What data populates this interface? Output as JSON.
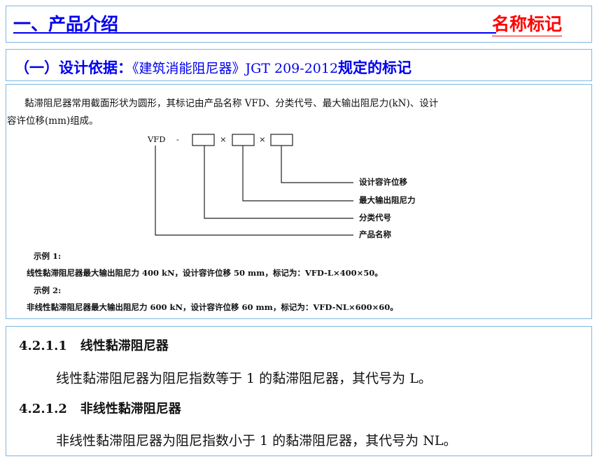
{
  "header": {
    "title": "一、产品介绍",
    "tag": "名称标记"
  },
  "subheader": {
    "prefix": "（一）设计依据：",
    "standard": "《建筑消能阻尼器》JGT 209-2012",
    "suffix": "规定的标记"
  },
  "excerpt": {
    "intro_line1": "黏滞阻尼器常用截面形状为圆形，其标记由产品名称 VFD、分类代号、最大输出阻尼力(kN)、设计",
    "intro_line2": "容许位移(mm)组成。",
    "diagram": {
      "prefix": "VFD",
      "dash": "-",
      "times": "×",
      "labels": [
        "设计容许位移",
        "最大输出阻尼力",
        "分类代号",
        "产品名称"
      ]
    },
    "examples": [
      {
        "title": "示例 1:",
        "text": "线性黏滞阻尼器最大输出阻尼力 400 kN，设计容许位移 50 mm，标记为：VFD-L×400×50。"
      },
      {
        "title": "示例 2:",
        "text": "非线性黏滞阻尼器最大输出阻尼力 600 kN，设计容许位移 60 mm，标记为：VFD-NL×600×60。"
      }
    ]
  },
  "definitions": [
    {
      "number": "4.2.1.1",
      "title": "线性黏滞阻尼器",
      "text": "线性黏滞阻尼器为阻尼指数等于 1 的黏滞阻尼器，其代号为 L。"
    },
    {
      "number": "4.2.1.2",
      "title": "非线性黏滞阻尼器",
      "text": "非线性黏滞阻尼器为阻尼指数小于 1 的黏滞阻尼器，其代号为 NL。"
    }
  ]
}
